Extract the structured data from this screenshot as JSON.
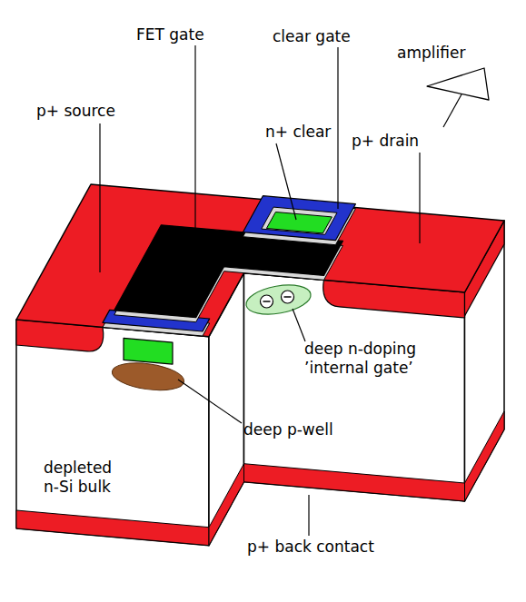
{
  "diagram": {
    "labels": [
      "amplifier",
      "FET gate",
      "clear gate",
      "p+ source",
      "n+ clear",
      "p+ drain",
      "deep n-doping ’internal gate’",
      "deep p-well",
      "depleted n-Si bulk",
      "p+ back contact"
    ]
  }
}
